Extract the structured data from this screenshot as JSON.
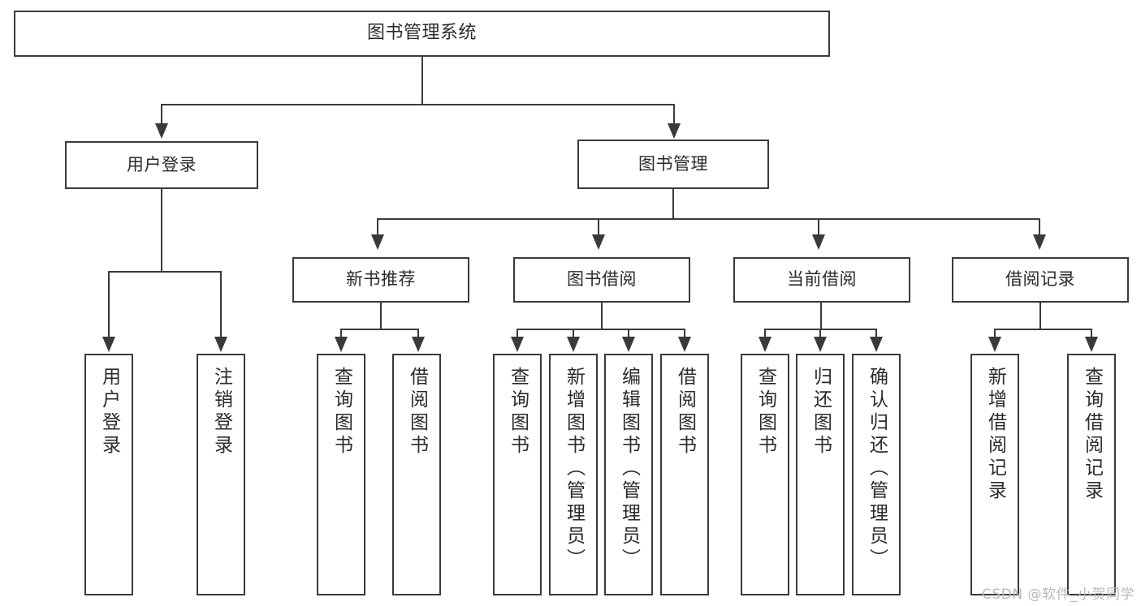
{
  "diagram": {
    "type": "tree-hierarchy",
    "title": "图书管理系统",
    "watermark": "CSDN @软件_小贺同学",
    "colors": {
      "border": "#3a3a3a",
      "text": "#2b2b2b",
      "background": "#ffffff",
      "connector": "#3a3a3a",
      "watermark": "#b9b9b9"
    },
    "nodes": {
      "root": {
        "label": "图书管理系统"
      },
      "level1": [
        {
          "label": "用户登录"
        },
        {
          "label": "图书管理"
        }
      ],
      "level2": [
        {
          "label": "新书推荐"
        },
        {
          "label": "图书借阅"
        },
        {
          "label": "当前借阅"
        },
        {
          "label": "借阅记录"
        }
      ],
      "leaves": {
        "user_login": [
          {
            "label": "用户登录"
          },
          {
            "label": "注销登录"
          }
        ],
        "new_book_recommend": [
          {
            "label": "查询图书"
          },
          {
            "label": "借阅图书"
          }
        ],
        "book_borrow": [
          {
            "label": "查询图书"
          },
          {
            "label": "新增图书（管理员）"
          },
          {
            "label": "编辑图书（管理员）"
          },
          {
            "label": "借阅图书"
          }
        ],
        "current_borrow": [
          {
            "label": "查询图书"
          },
          {
            "label": "归还图书"
          },
          {
            "label": "确认归还（管理员）"
          }
        ],
        "borrow_record": [
          {
            "label": "新增借阅记录"
          },
          {
            "label": "查询借阅记录"
          }
        ]
      }
    }
  }
}
